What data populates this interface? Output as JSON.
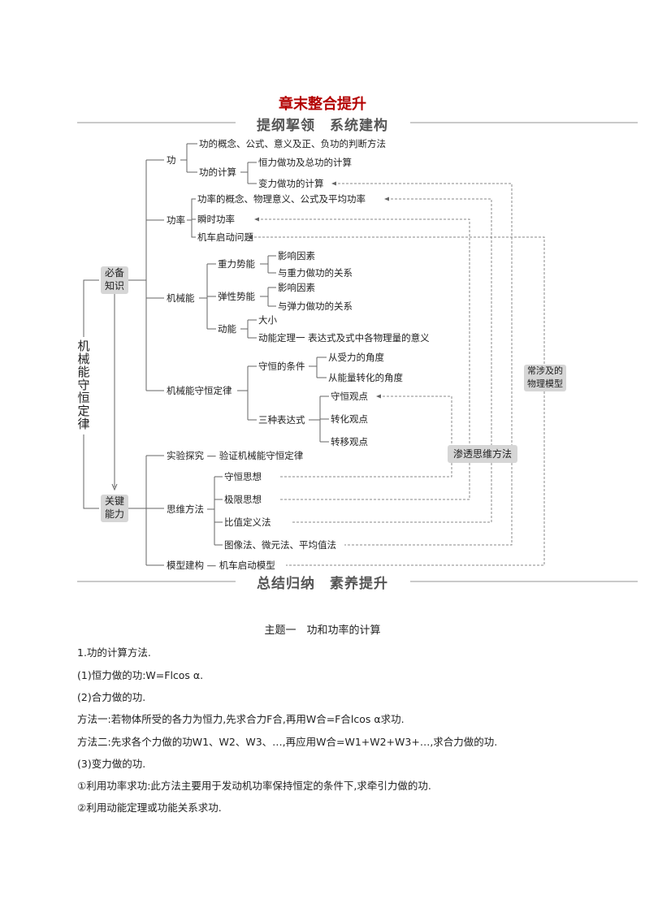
{
  "title": "章末整合提升",
  "banner_top": "提纲挈领　系统建构",
  "banner_bottom": "总结归纳　素养提升",
  "root": "机械能守恒定律",
  "groups": {
    "knowledge": "必备知识",
    "ability": "关键能力"
  },
  "boxes": {
    "methods": "渗透思维方法",
    "models": "常涉及的物理模型"
  },
  "map": {
    "work": "功",
    "work_concept": "功的概念、公式、意义及正、负功的判断方法",
    "work_calc": "功的计算",
    "work_const": "恒力做功及总功的计算",
    "work_var": "变力做功的计算",
    "power": "功率",
    "power_concept": "功率的概念、物理意义、公式及平均功率",
    "power_inst": "瞬时功率",
    "power_engine": "机车启动问题",
    "mech": "机械能",
    "grav": "重力势能",
    "grav_a": "影响因素",
    "grav_b": "与重力做功的关系",
    "elas": "弹性势能",
    "elas_a": "影响因素",
    "elas_b": "与弹力做功的关系",
    "kin": "动能",
    "kin_a": "大小",
    "kin_b": "动能定理一 表达式及式中各物理量的意义",
    "cons": "机械能守恒定律",
    "cons_cond": "守恒的条件",
    "cond_a": "从受力的角度",
    "cond_b": "从能量转化的角度",
    "cons_expr": "三种表达式",
    "expr_a": "守恒观点",
    "expr_b": "转化观点",
    "expr_c": "转移观点",
    "exp": "实验探究 — 验证机械能守恒定律",
    "think": "思维方法",
    "think_a": "守恒思想",
    "think_b": "极限思想",
    "think_c": "比值定义法",
    "think_d": "图像法、微元法、平均值法",
    "model": "模型建构 — 机车启动模型"
  },
  "section": {
    "heading": "主题一　功和功率的计算",
    "lines": [
      "1.功的计算方法.",
      "(1)恒力做的功:W=Flcos α.",
      "(2)合力做的功.",
      "方法一:若物体所受的各力为恒力,先求合力F合,再用W合=F合lcos α求功.",
      "方法二:先求各个力做的功W1、W2、W3、…,再应用W合=W1+W2+W3+…,求合力做的功.",
      "(3)变力做的功.",
      "①利用功率求功:此方法主要用于发动机功率保持恒定的条件下,求牵引力做的功.",
      "②利用动能定理或功能关系求功."
    ]
  }
}
